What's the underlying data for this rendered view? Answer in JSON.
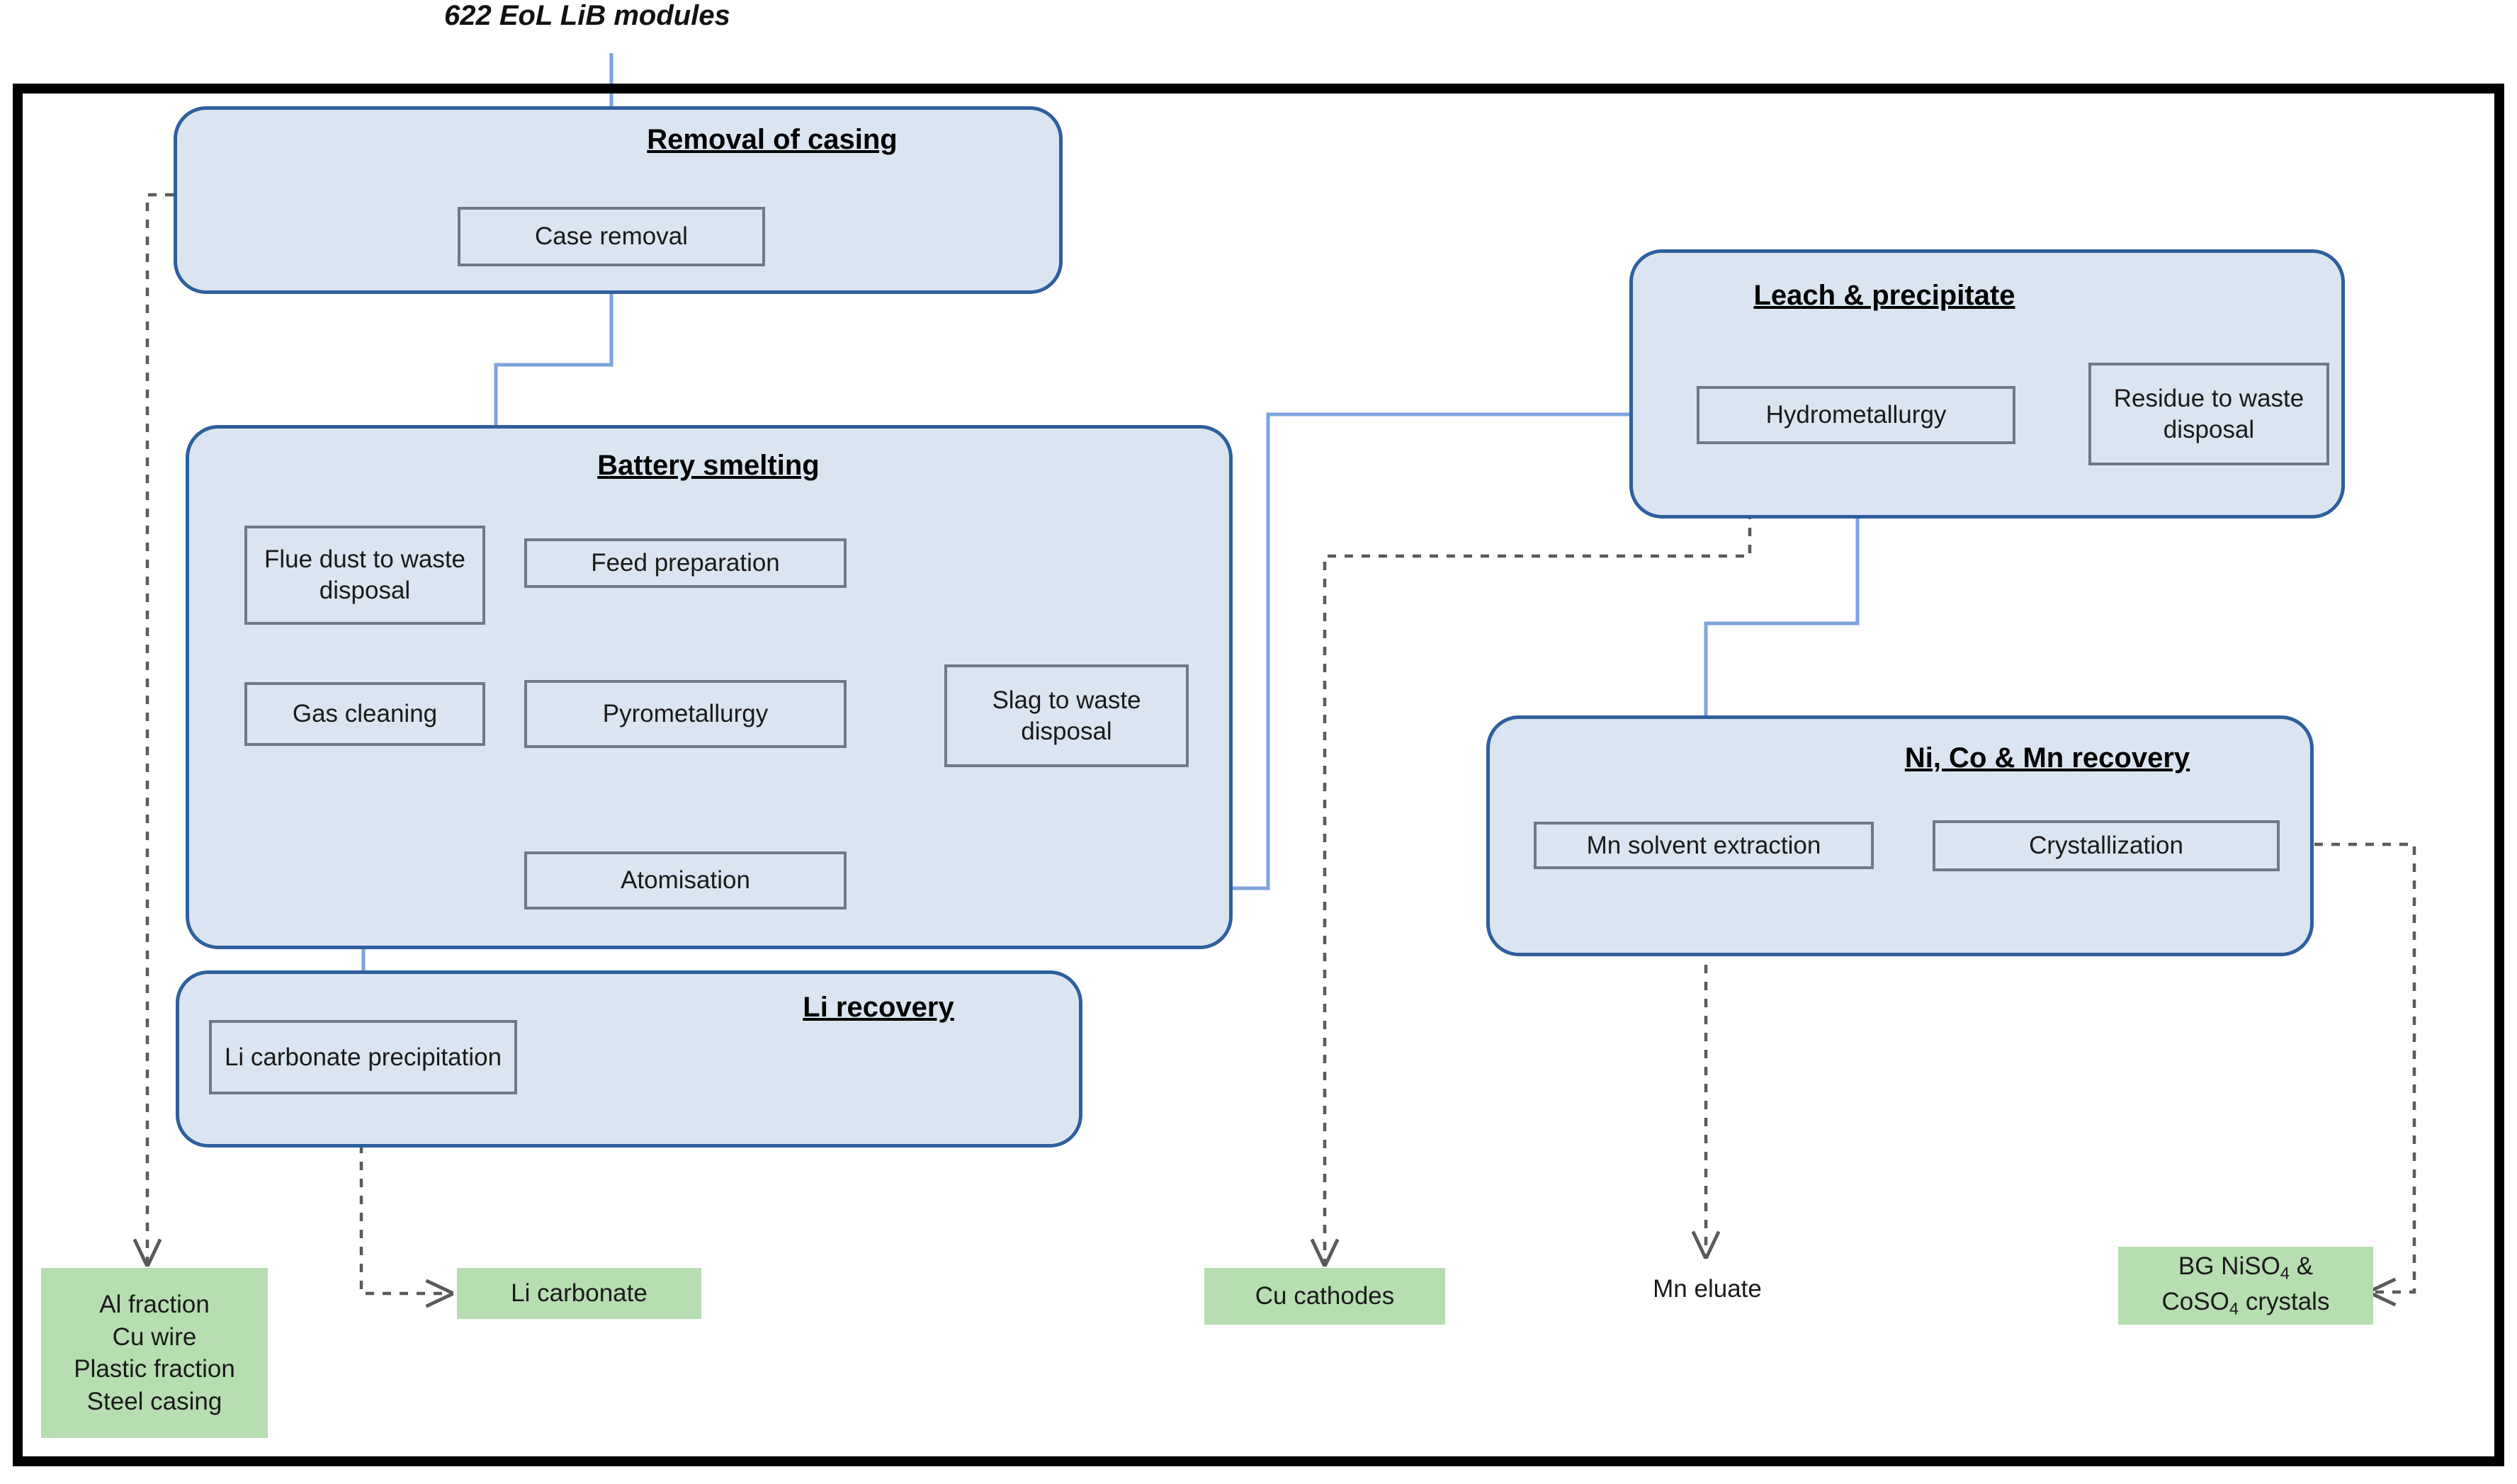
{
  "diagram": {
    "feed_label": "622 EoL LiB modules",
    "colors": {
      "group_fill": "#dbe5f1",
      "group_border": "#2e5f9e",
      "node_fill": "#dbe5f1",
      "node_border": "#6b7a86",
      "output_fill": "#b6deb0",
      "solid_arrow": "#6d9ada",
      "dashed_arrow": "#5a5a5a",
      "frame": "#000000"
    },
    "groups": [
      {
        "id": "removal",
        "title": "Removal of casing"
      },
      {
        "id": "smelting",
        "title": "Battery smelting"
      },
      {
        "id": "li",
        "title": "Li recovery"
      },
      {
        "id": "leach",
        "title": "Leach & precipitate"
      },
      {
        "id": "nicomn",
        "title": "Ni, Co & Mn recovery"
      }
    ],
    "nodes": [
      {
        "id": "case-removal",
        "label": "Case removal"
      },
      {
        "id": "flue-dust",
        "label": "Flue dust to waste disposal"
      },
      {
        "id": "feed-prep",
        "label": "Feed preparation"
      },
      {
        "id": "gas-cleaning",
        "label": "Gas cleaning"
      },
      {
        "id": "pyrometallurgy",
        "label": "Pyrometallurgy"
      },
      {
        "id": "slag",
        "label": "Slag to waste disposal"
      },
      {
        "id": "atomisation",
        "label": "Atomisation"
      },
      {
        "id": "li-carb-precip",
        "label": "Li carbonate precipitation"
      },
      {
        "id": "hydrometallurgy",
        "label": "Hydrometallurgy"
      },
      {
        "id": "residue",
        "label": "Residue to waste disposal"
      },
      {
        "id": "mn-solvent",
        "label": "Mn solvent extraction"
      },
      {
        "id": "crystallization",
        "label": "Crystallization"
      }
    ],
    "outputs": [
      {
        "id": "al-fraction",
        "lines": [
          "Al fraction",
          "Cu wire",
          "Plastic fraction",
          "Steel casing"
        ],
        "boxed": true
      },
      {
        "id": "li-carbonate",
        "lines": [
          "Li carbonate"
        ],
        "boxed": true
      },
      {
        "id": "cu-cathodes",
        "lines": [
          "Cu cathodes"
        ],
        "boxed": true
      },
      {
        "id": "mn-eluate",
        "lines": [
          "Mn eluate"
        ],
        "boxed": false
      },
      {
        "id": "bg-crystals",
        "lines": [
          "BG NiSO4 &",
          "CoSO4 crystals"
        ],
        "boxed": true
      }
    ],
    "output_text": {
      "al_fraction_1": "Al fraction",
      "al_fraction_2": "Cu wire",
      "al_fraction_3": "Plastic fraction",
      "al_fraction_4": "Steel casing",
      "li_carbonate": "Li carbonate",
      "cu_cathodes": "Cu cathodes",
      "mn_eluate": "Mn eluate",
      "bg_line1_pre": "BG NiSO",
      "bg_line1_sub": "4",
      "bg_line1_post": " &",
      "bg_line2_pre": "CoSO",
      "bg_line2_sub": "4",
      "bg_line2_post": " crystals"
    },
    "flows": [
      {
        "from": "feed",
        "to": "case-removal",
        "style": "solid"
      },
      {
        "from": "case-removal",
        "to": "feed-prep",
        "style": "solid"
      },
      {
        "from": "feed-prep",
        "to": "pyrometallurgy",
        "style": "solid"
      },
      {
        "from": "pyrometallurgy",
        "to": "gas-cleaning",
        "style": "solid"
      },
      {
        "from": "pyrometallurgy",
        "to": "slag",
        "style": "solid"
      },
      {
        "from": "pyrometallurgy",
        "to": "atomisation",
        "style": "solid"
      },
      {
        "from": "gas-cleaning",
        "to": "flue-dust",
        "style": "solid"
      },
      {
        "from": "gas-cleaning",
        "to": "li-carb-precip",
        "style": "solid"
      },
      {
        "from": "atomisation",
        "to": "hydrometallurgy",
        "style": "solid"
      },
      {
        "from": "hydrometallurgy",
        "to": "residue",
        "style": "solid"
      },
      {
        "from": "hydrometallurgy",
        "to": "mn-solvent",
        "style": "solid"
      },
      {
        "from": "mn-solvent",
        "to": "crystallization",
        "style": "solid"
      },
      {
        "from": "removal",
        "to": "al-fraction",
        "style": "dashed"
      },
      {
        "from": "li-carb-precip",
        "to": "li-carbonate",
        "style": "dashed"
      },
      {
        "from": "hydrometallurgy",
        "to": "cu-cathodes",
        "style": "dashed"
      },
      {
        "from": "mn-solvent",
        "to": "mn-eluate",
        "style": "dashed"
      },
      {
        "from": "crystallization",
        "to": "bg-crystals",
        "style": "dashed"
      }
    ]
  }
}
